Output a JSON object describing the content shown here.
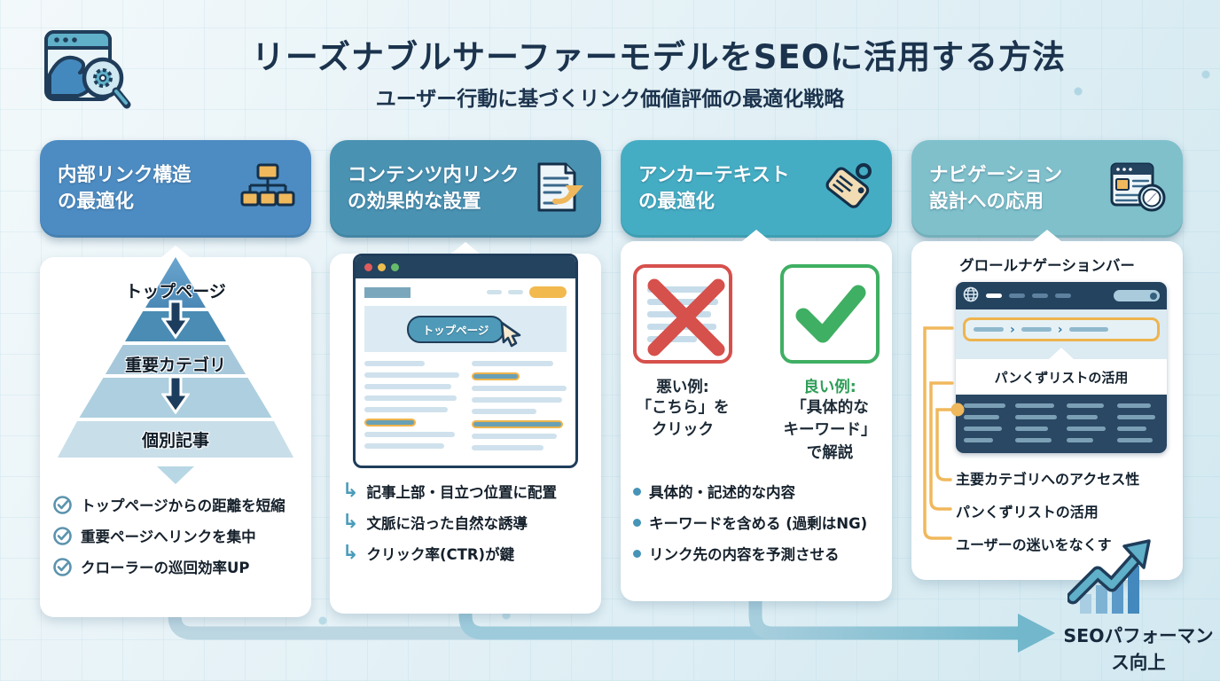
{
  "header": {
    "title": "リーズナブルサーファーモデルをSEOに活用する方法",
    "subtitle": "ユーザー行動に基づくリンク価値評価の最適化戦略",
    "logo_icon": "browser-wave-search-icon"
  },
  "columns": [
    {
      "id": "internal-link-structure",
      "title_line1": "内部リンク構造",
      "title_line2": "の最適化",
      "header_color": "#4d8cc2",
      "icon": "sitemap-icon",
      "pyramid_levels": [
        "トップページ",
        "重要カテゴリ",
        "個別記事"
      ],
      "bullets": [
        {
          "icon": "check-circle-icon",
          "text": "トップページからの距離を短縮"
        },
        {
          "icon": "check-circle-icon",
          "text": "重要ページへリンクを集中"
        },
        {
          "icon": "check-circle-icon",
          "text": "クローラーの巡回効率UP"
        }
      ]
    },
    {
      "id": "in-content-links",
      "title_line1": "コンテンツ内リンク",
      "title_line2": "の効果的な設置",
      "header_color": "#4a92b2",
      "icon": "document-link-icon",
      "browser_button": "トップページ",
      "bullets": [
        {
          "icon": "branch-arrow-icon",
          "text": "記事上部・目立つ位置に配置"
        },
        {
          "icon": "branch-arrow-icon",
          "text": "文脈に沿った自然な誘導"
        },
        {
          "icon": "branch-arrow-icon",
          "text": "クリック率(CTR)が鍵"
        }
      ]
    },
    {
      "id": "anchor-text",
      "title_line1": "アンカーテキスト",
      "title_line2": "の最適化",
      "header_color": "#45adc3",
      "icon": "tag-icon",
      "bad_example": {
        "label": "悪い例:",
        "line1": "「こちら」を",
        "line2": "クリック"
      },
      "good_example": {
        "label": "良い例:",
        "line1": "「具体的な",
        "line2": "キーワード」",
        "line3": "で解説"
      },
      "bullets": [
        {
          "icon": "dot",
          "text": "具体的・記述的な内容"
        },
        {
          "icon": "dot",
          "text": "キーワードを含める (過剰はNG)"
        },
        {
          "icon": "dot",
          "text": "リンク先の内容を予測させる"
        }
      ]
    },
    {
      "id": "navigation-design",
      "title_line1": "ナビゲーション",
      "title_line2": "設計への応用",
      "header_color": "#7fc0cb",
      "icon": "browser-compass-icon",
      "nav_label": "グロールナゲーションバー",
      "breadcrumb_label": "パンくずリストの活用",
      "bullets": [
        {
          "text": "主要カテゴリへのアクセス性"
        },
        {
          "text": "パンくずリストの活用"
        },
        {
          "text": "ユーザーの迷いをなくす"
        }
      ]
    }
  ],
  "footer": {
    "result_label": "SEOパフォーマンス向上",
    "icon": "growth-chart-icon"
  },
  "colors": {
    "title_navy": "#1b334d",
    "accent_orange": "#f0b85c",
    "bad_red": "#d6504c",
    "good_green": "#3faf63",
    "flow_teal": "#72b7cb"
  }
}
